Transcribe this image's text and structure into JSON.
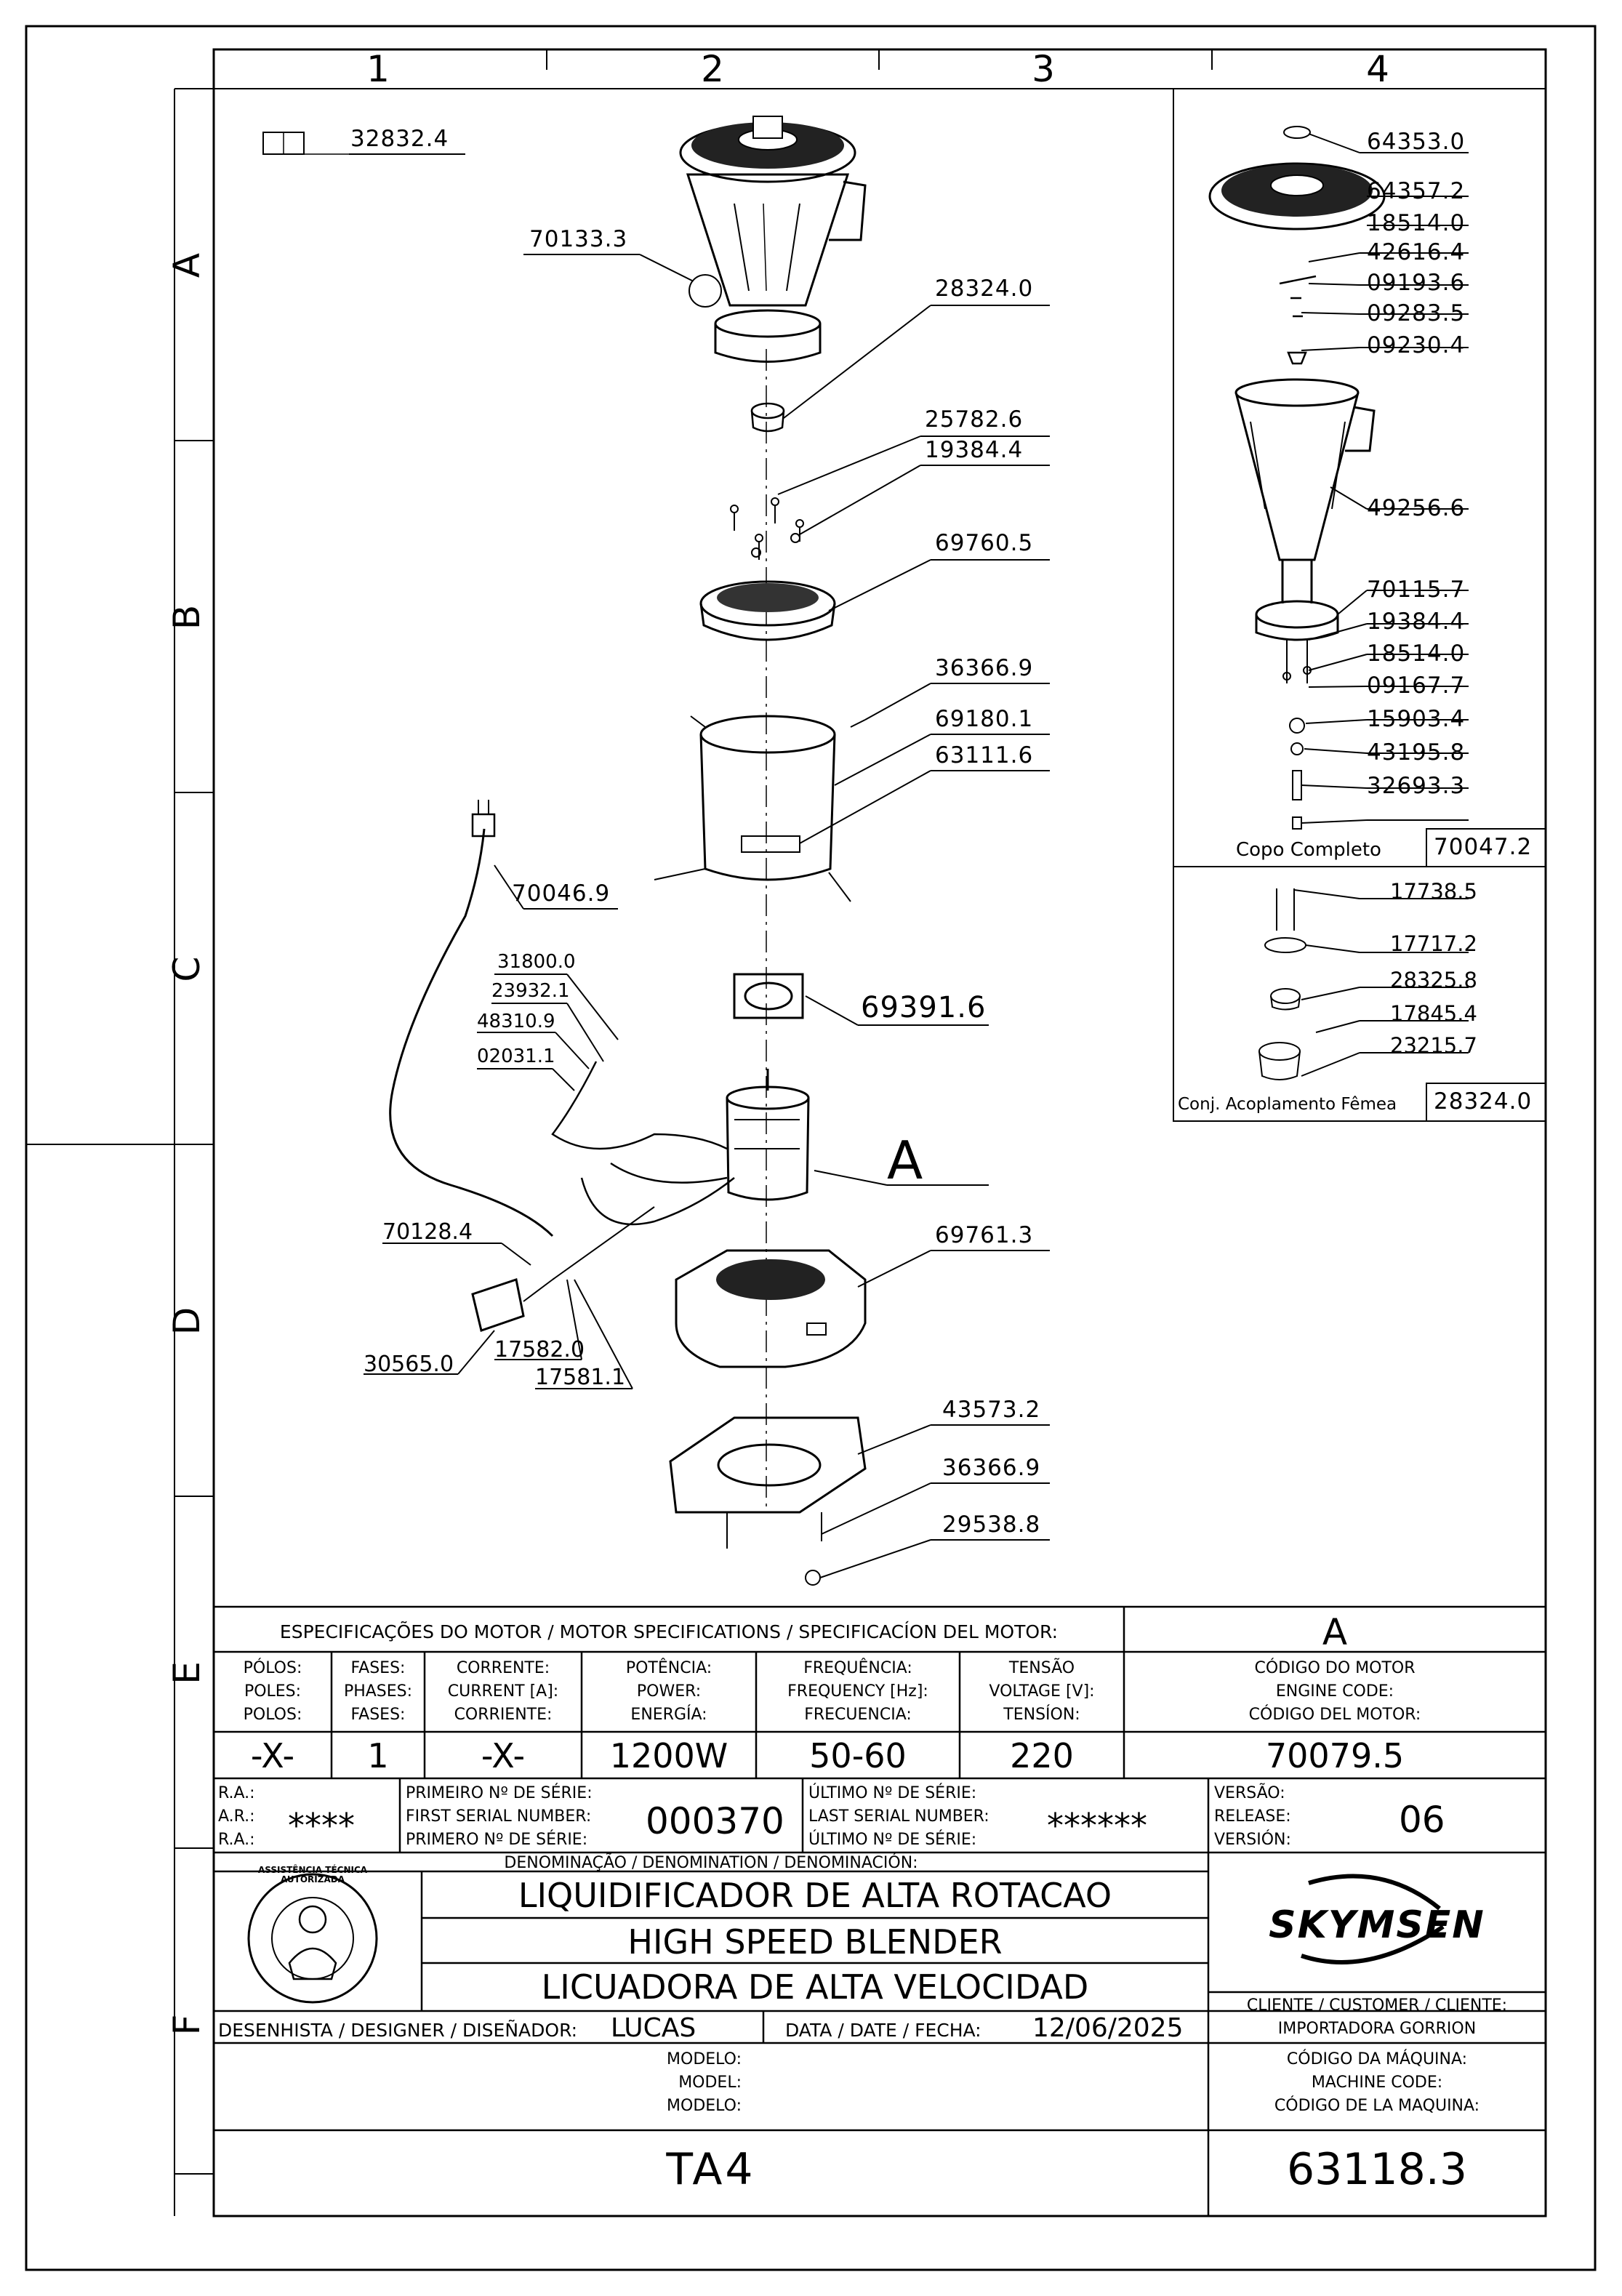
{
  "grid": {
    "cols": [
      "1",
      "2",
      "3",
      "4"
    ],
    "rows": [
      "A",
      "B",
      "C",
      "D",
      "E",
      "F"
    ]
  },
  "drawing": {
    "manual_ref": "32832.4",
    "parts_main": [
      "70133.3",
      "28324.0",
      "25782.6",
      "19384.4",
      "69760.5",
      "36366.9",
      "69180.1",
      "63111.6",
      "70046.9",
      "31800.0",
      "23932.1",
      "48310.9",
      "02031.1",
      "69391.6",
      "A",
      "69761.3",
      "70128.4",
      "30565.0",
      "17582.0",
      "17581.1",
      "43573.2",
      "36366.9",
      "29538.8"
    ],
    "copo_parts": [
      "64353.0",
      "64357.2",
      "18514.0",
      "42616.4",
      "09193.6",
      "09283.5",
      "09230.4",
      "49256.6",
      "70115.7",
      "19384.4",
      "18514.0",
      "09167.7",
      "15903.4",
      "43195.8",
      "32693.3"
    ],
    "copo_caption": "Copo Completo",
    "copo_code": "70047.2",
    "coupling_parts": [
      "17738.5",
      "17717.2",
      "28325.8",
      "17845.4",
      "23215.7"
    ],
    "coupling_caption": "Conj. Acoplamento Fêmea",
    "coupling_code": "28324.0"
  },
  "title_block": {
    "motor_spec_header": "ESPECIFICAÇÕES DO MOTOR / MOTOR SPECIFICATIONS / SPECIFICACÍON DEL MOTOR:",
    "motor_letter": "A",
    "spec_labels": {
      "poles": [
        "PÓLOS:",
        "POLES:",
        "POLOS:"
      ],
      "phases": [
        "FASES:",
        "PHASES:",
        "FASES:"
      ],
      "current": [
        "CORRENTE:",
        "CURRENT [A]:",
        "CORRIENTE:"
      ],
      "power": [
        "POTÊNCIA:",
        "POWER:",
        "ENERGÍA:"
      ],
      "frequency": [
        "FREQUÊNCIA:",
        "FREQUENCY [Hz]:",
        "FRECUENCIA:"
      ],
      "voltage": [
        "TENSÃO",
        "VOLTAGE [V]:",
        "TENSÍON:"
      ],
      "motor_code": [
        "CÓDIGO DO MOTOR",
        "ENGINE CODE:",
        "CÓDIGO DEL MOTOR:"
      ]
    },
    "spec_values": {
      "poles": "-X-",
      "phases": "1",
      "current": "-X-",
      "power": "1200W",
      "frequency": "50-60",
      "voltage": "220",
      "motor_code": "70079.5"
    },
    "ra_labels": [
      "R.A.:",
      "A.R.:",
      "R.A.:"
    ],
    "ra_value": "****",
    "first_serial_labels": [
      "PRIMEIRO Nº DE SÉRIE:",
      "FIRST SERIAL NUMBER:",
      "PRIMERO Nº DE SÉRIE:"
    ],
    "first_serial_value": "000370",
    "last_serial_labels": [
      "ÚLTIMO Nº DE SÉRIE:",
      "LAST SERIAL NUMBER:",
      "ÚLTIMO Nº DE SÉRIE:"
    ],
    "last_serial_value": "******",
    "version_labels": [
      "VERSÃO:",
      "RELEASE:",
      "VERSIÓN:"
    ],
    "version_value": "06",
    "denomination_label": "DENOMINAÇÃO / DENOMINATION / DENOMINACIÓN:",
    "names": [
      "LIQUIDIFICADOR DE ALTA ROTACAO",
      "HIGH SPEED BLENDER",
      "LICUADORA DE ALTA VELOCIDAD"
    ],
    "seal_text": "ASSISTÊNCIA TÉCNICA AUTORIZADA",
    "brand": "SKYMSEN",
    "client_label": "CLIENTE / CUSTOMER / CLIENTE:",
    "client_value": "IMPORTADORA GORRION",
    "designer_label": "DESENHISTA / DESIGNER / DISEÑADOR:",
    "designer_value": "LUCAS",
    "date_label": "DATA / DATE / FECHA:",
    "date_value": "12/06/2025",
    "model_labels": [
      "MODELO:",
      "MODEL:",
      "MODELO:"
    ],
    "model_value": "TA4",
    "machine_code_labels": [
      "CÓDIGO DA MÁQUINA:",
      "MACHINE CODE:",
      "CÓDIGO DE LA MAQUINA:"
    ],
    "machine_code_value": "63118.3"
  }
}
